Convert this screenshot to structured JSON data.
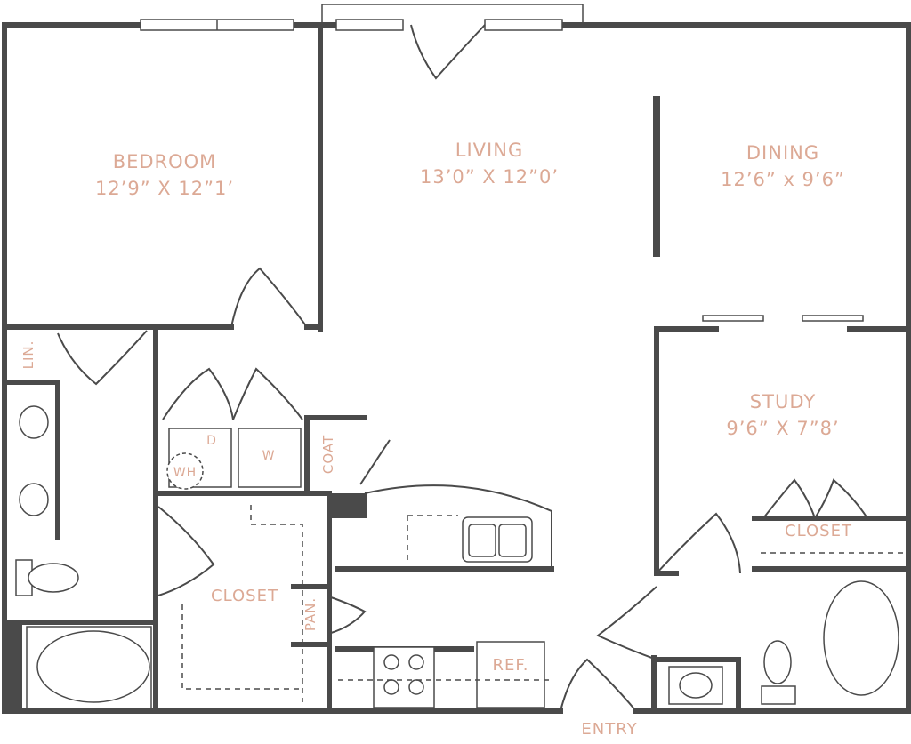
{
  "rooms": {
    "bedroom": {
      "name": "BEDROOM",
      "dims": "12’9” X 12”1’"
    },
    "living": {
      "name": "LIVING",
      "dims": "13’0” X 12”0’"
    },
    "dining": {
      "name": "DINING",
      "dims": "12’6” x 9’6”"
    },
    "study": {
      "name": "STUDY",
      "dims": "9’6” X 7”8’"
    }
  },
  "labels": {
    "closet_main": "CLOSET",
    "closet_study": "CLOSET",
    "linen": "LIN.",
    "coat": "COAT",
    "pantry": "PAN.",
    "dryer": "D",
    "washer": "W",
    "water_heater": "WH",
    "refrigerator": "REF.",
    "entry": "ENTRY"
  },
  "colors": {
    "wall": "#4a4a4a",
    "label": "#dca995"
  }
}
